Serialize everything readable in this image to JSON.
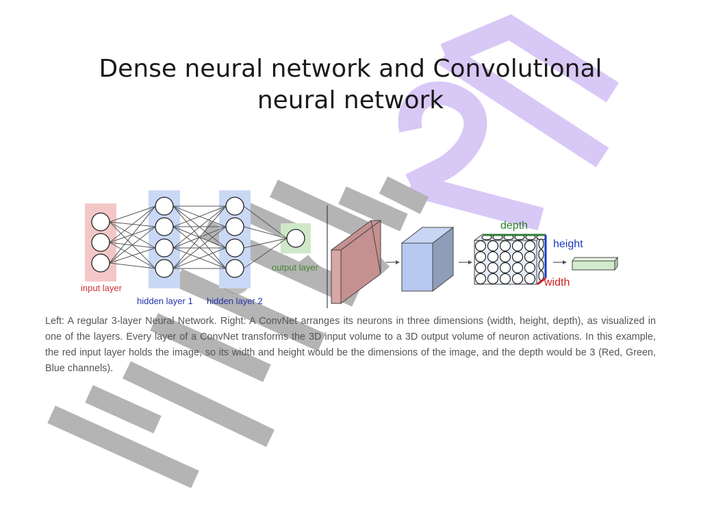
{
  "slide": {
    "title": "Dense neural network and Convolutional neural network",
    "caption": "Left: A regular 3-layer Neural Network. Right: A ConvNet arranges its neurons in three dimensions (width, height, depth), as visualized in one of the layers. Every layer of a ConvNet transforms the 3D input volume to a 3D output volume of neuron activations. In this example, the red input layer holds the image, so its width and height would be the dimensions of the image, and the depth would be 3 (Red, Green, Blue channels)."
  },
  "watermark": {
    "text": "HiJJot 24",
    "colors": {
      "gray": "#a8a8a8",
      "purple": "#d8c8f6"
    }
  },
  "dense_network": {
    "layers": [
      {
        "name": "input layer",
        "neurons": 3,
        "color": "#f4c7c7",
        "label_color": "#cc3333"
      },
      {
        "name": "hidden layer 1",
        "neurons": 4,
        "color": "#c9d8f5",
        "label_color": "#2233aa"
      },
      {
        "name": "hidden layer 2",
        "neurons": 4,
        "color": "#c9d8f5",
        "label_color": "#2233aa"
      },
      {
        "name": "output layer",
        "neurons": 1,
        "color": "#cfe8c9",
        "label_color": "#448833"
      }
    ]
  },
  "convnet": {
    "labels": {
      "depth": "depth",
      "height": "height",
      "width": "width"
    },
    "label_colors": {
      "depth": "#2e7d32",
      "height": "#1a3bbf",
      "width": "#cc2222"
    },
    "volume_colors": {
      "input": "#d9a6a6",
      "hidden": "#b7c8f0",
      "output": "#d3ebcc"
    }
  }
}
